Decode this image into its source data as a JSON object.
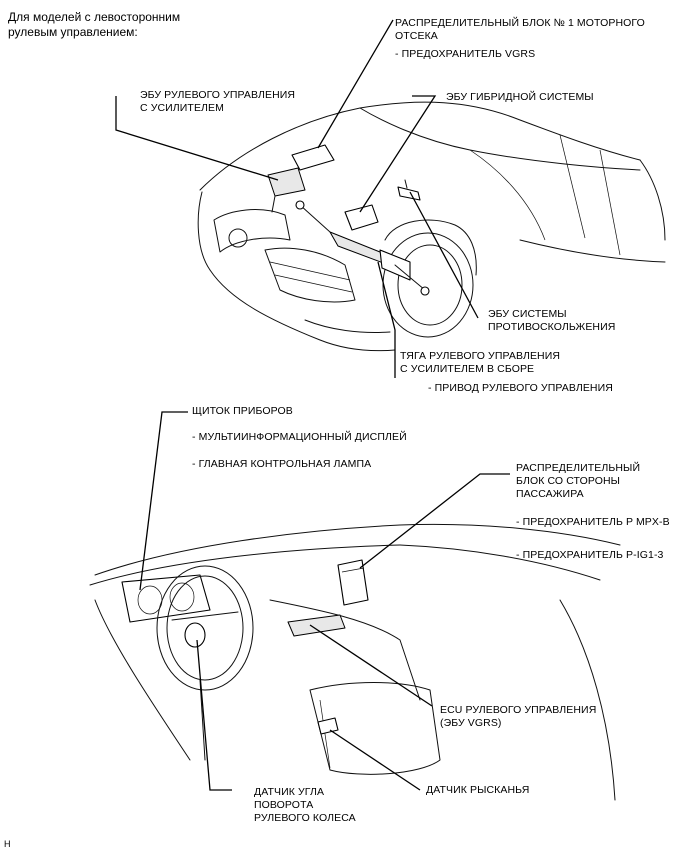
{
  "header": "Для моделей с левосторонним\nрулевым управлением:",
  "labels": {
    "engine_relay_block": "РАСПРЕДЕЛИТЕЛЬНЫЙ БЛОК № 1 МОТОРНОГО\nОТСЕКА",
    "vgrs_fuse": "- ПРЕДОХРАНИТЕЛЬ VGRS",
    "eps_ecu": "ЭБУ РУЛЕВОГО УПРАВЛЕНИЯ\nС УСИЛИТЕЛЕМ",
    "hybrid_ecu": "ЭБУ ГИБРИДНОЙ СИСТЕМЫ",
    "skid_ecu": "ЭБУ СИСТЕМЫ\nПРОТИВОСКОЛЬЖЕНИЯ",
    "steering_link": "ТЯГА РУЛЕВОГО УПРАВЛЕНИЯ\nС УСИЛИТЕЛЕМ В СБОРЕ",
    "steering_actuator": "- ПРИВОД РУЛЕВОГО УПРАВЛЕНИЯ",
    "combination_meter": "ЩИТОК ПРИБОРОВ",
    "multi_display": "- МУЛЬТИИНФОРМАЦИОННЫЙ ДИСПЛЕЙ",
    "master_warning": "- ГЛАВНАЯ КОНТРОЛЬНАЯ ЛАМПА",
    "passenger_jb": "РАСПРЕДЕЛИТЕЛЬНЫЙ\nБЛОК СО СТОРОНЫ\nПАССАЖИРА",
    "fuse_mpxb": "- ПРЕДОХРАНИТЕЛЬ P MPX-B",
    "fuse_pig13": "- ПРЕДОХРАНИТЕЛЬ P-IG1-3",
    "vgrs_ecu": "ECU РУЛЕВОГО УПРАВЛЕНИЯ\n(ЭБУ VGRS)",
    "yaw_sensor": "ДАТЧИК РЫСКАНЬЯ",
    "steering_angle_sensor": "ДАТЧИК УГЛА\nПОВОРОТА\nРУЛЕВОГО КОЛЕСА"
  },
  "footer_code": "H"
}
